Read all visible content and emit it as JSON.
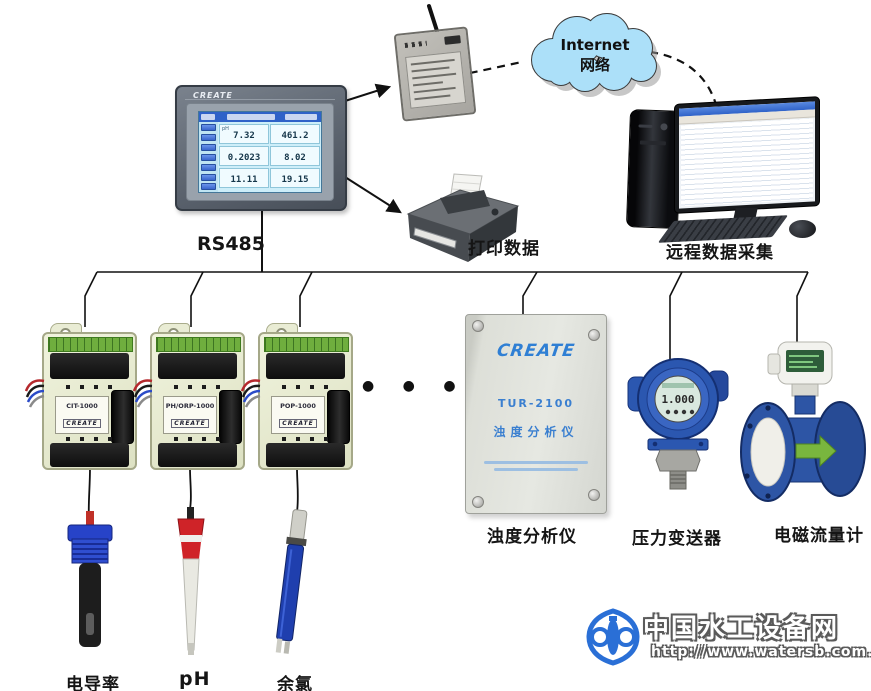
{
  "hmi": {
    "brand": "CREATE",
    "screen": {
      "cells": [
        {
          "label": "pH",
          "value": "7.32"
        },
        {
          "label": "",
          "value": "461.2"
        },
        {
          "label": "",
          "value": "0.2023"
        },
        {
          "label": "",
          "value": "8.02"
        },
        {
          "label": "",
          "value": "11.11"
        },
        {
          "label": "",
          "value": "19.15"
        }
      ]
    }
  },
  "bus_label": "RS485",
  "cloud": {
    "line1": "Internet",
    "line2": "网络"
  },
  "printer_label": "打印数据",
  "computer_label": "远程数据采集",
  "modules": [
    {
      "model": "CIT-1000",
      "brand": "CREATE"
    },
    {
      "model": "PH/ORP-1000",
      "brand": "CREATE"
    },
    {
      "model": "POP-1000",
      "brand": "CREATE"
    }
  ],
  "dots": "●  ●  ●",
  "turbidity_box": {
    "brand": "CREATE",
    "model": "TUR-2100",
    "name": "浊度分析仪",
    "caption": "浊度分析仪"
  },
  "pressure": {
    "display": "1.000",
    "caption": "压力变送器"
  },
  "flowmeter": {
    "caption": "电磁流量计"
  },
  "probes": [
    {
      "caption": "电导率"
    },
    {
      "caption": "pH"
    },
    {
      "caption": "余氯"
    }
  ],
  "watermark": {
    "title": "中国水工设备网",
    "url": "http://www.watersb.com.cn"
  }
}
